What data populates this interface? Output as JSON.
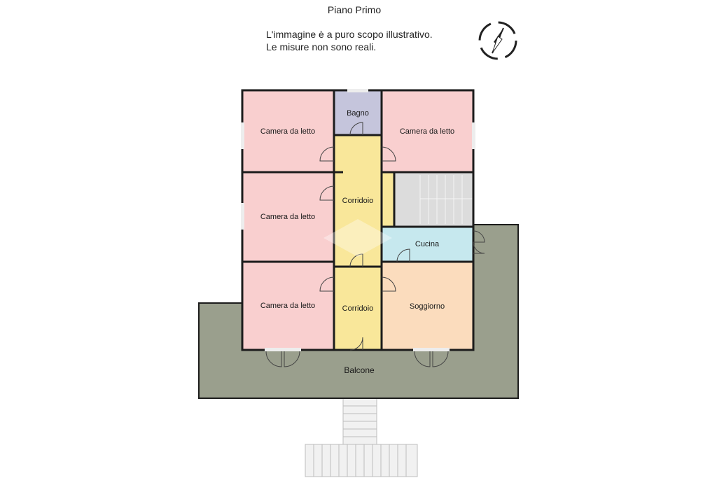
{
  "floor_title": "Piano Primo",
  "disclaimer": {
    "line1": "L'immagine è a puro scopo illustrativo.",
    "line2": "Le misure non sono reali."
  },
  "rooms": {
    "bedroom_top_left": "Camera da letto",
    "bathroom": "Bagno",
    "bedroom_top_right": "Camera da letto",
    "bedroom_middle_left": "Camera da letto",
    "corridor_upper": "Corridoio",
    "kitchen": "Cucina",
    "bedroom_bottom_left": "Camera da letto",
    "corridor_lower": "Corridoio",
    "living_room": "Soggiorno",
    "balcony": "Balcone"
  },
  "colors": {
    "bedroom": "#f9cfcf",
    "bathroom": "#c5c5dc",
    "corridor": "#f9e79a",
    "kitchen": "#c6e8ee",
    "living_room": "#fbdcbd",
    "balcony": "#9a9f8d",
    "stairs": "#dcdcdc",
    "wall": "#1c1c1c"
  }
}
